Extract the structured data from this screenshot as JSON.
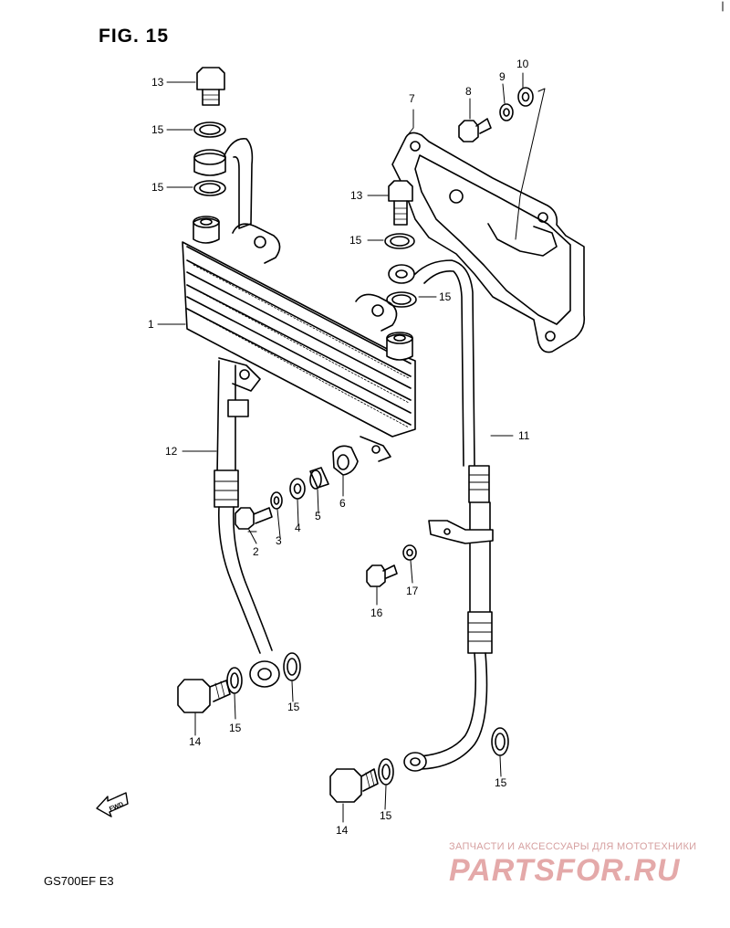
{
  "figure": {
    "title": "FIG. 15",
    "model": "GS700EF  E3"
  },
  "direction_arrow": {
    "label": "FWD",
    "icon": "forward-arrow-icon"
  },
  "callouts": [
    {
      "id": "c1",
      "text": "1"
    },
    {
      "id": "c2",
      "text": "2"
    },
    {
      "id": "c3",
      "text": "3"
    },
    {
      "id": "c4",
      "text": "4"
    },
    {
      "id": "c5",
      "text": "5"
    },
    {
      "id": "c6",
      "text": "6"
    },
    {
      "id": "c7",
      "text": "7"
    },
    {
      "id": "c8",
      "text": "8"
    },
    {
      "id": "c9",
      "text": "9"
    },
    {
      "id": "c10",
      "text": "10"
    },
    {
      "id": "c11",
      "text": "11"
    },
    {
      "id": "c12",
      "text": "12"
    },
    {
      "id": "c13a",
      "text": "13"
    },
    {
      "id": "c13b",
      "text": "13"
    },
    {
      "id": "c14a",
      "text": "14"
    },
    {
      "id": "c14b",
      "text": "14"
    },
    {
      "id": "c15a",
      "text": "15"
    },
    {
      "id": "c15b",
      "text": "15"
    },
    {
      "id": "c15c",
      "text": "15"
    },
    {
      "id": "c15d",
      "text": "15"
    },
    {
      "id": "c15e",
      "text": "15"
    },
    {
      "id": "c15f",
      "text": "15"
    },
    {
      "id": "c15g",
      "text": "15"
    },
    {
      "id": "c15h",
      "text": "15"
    },
    {
      "id": "c16",
      "text": "16"
    },
    {
      "id": "c17",
      "text": "17"
    }
  ],
  "watermark": {
    "tagline": "ЗАПЧАСТИ И АКСЕССУАРЫ ДЛЯ МОТОТЕХНИКИ",
    "logo": "PARTSFOR.RU"
  },
  "colors": {
    "ink": "#000000",
    "paper": "#ffffff",
    "watermark": "#e4a9a9"
  }
}
